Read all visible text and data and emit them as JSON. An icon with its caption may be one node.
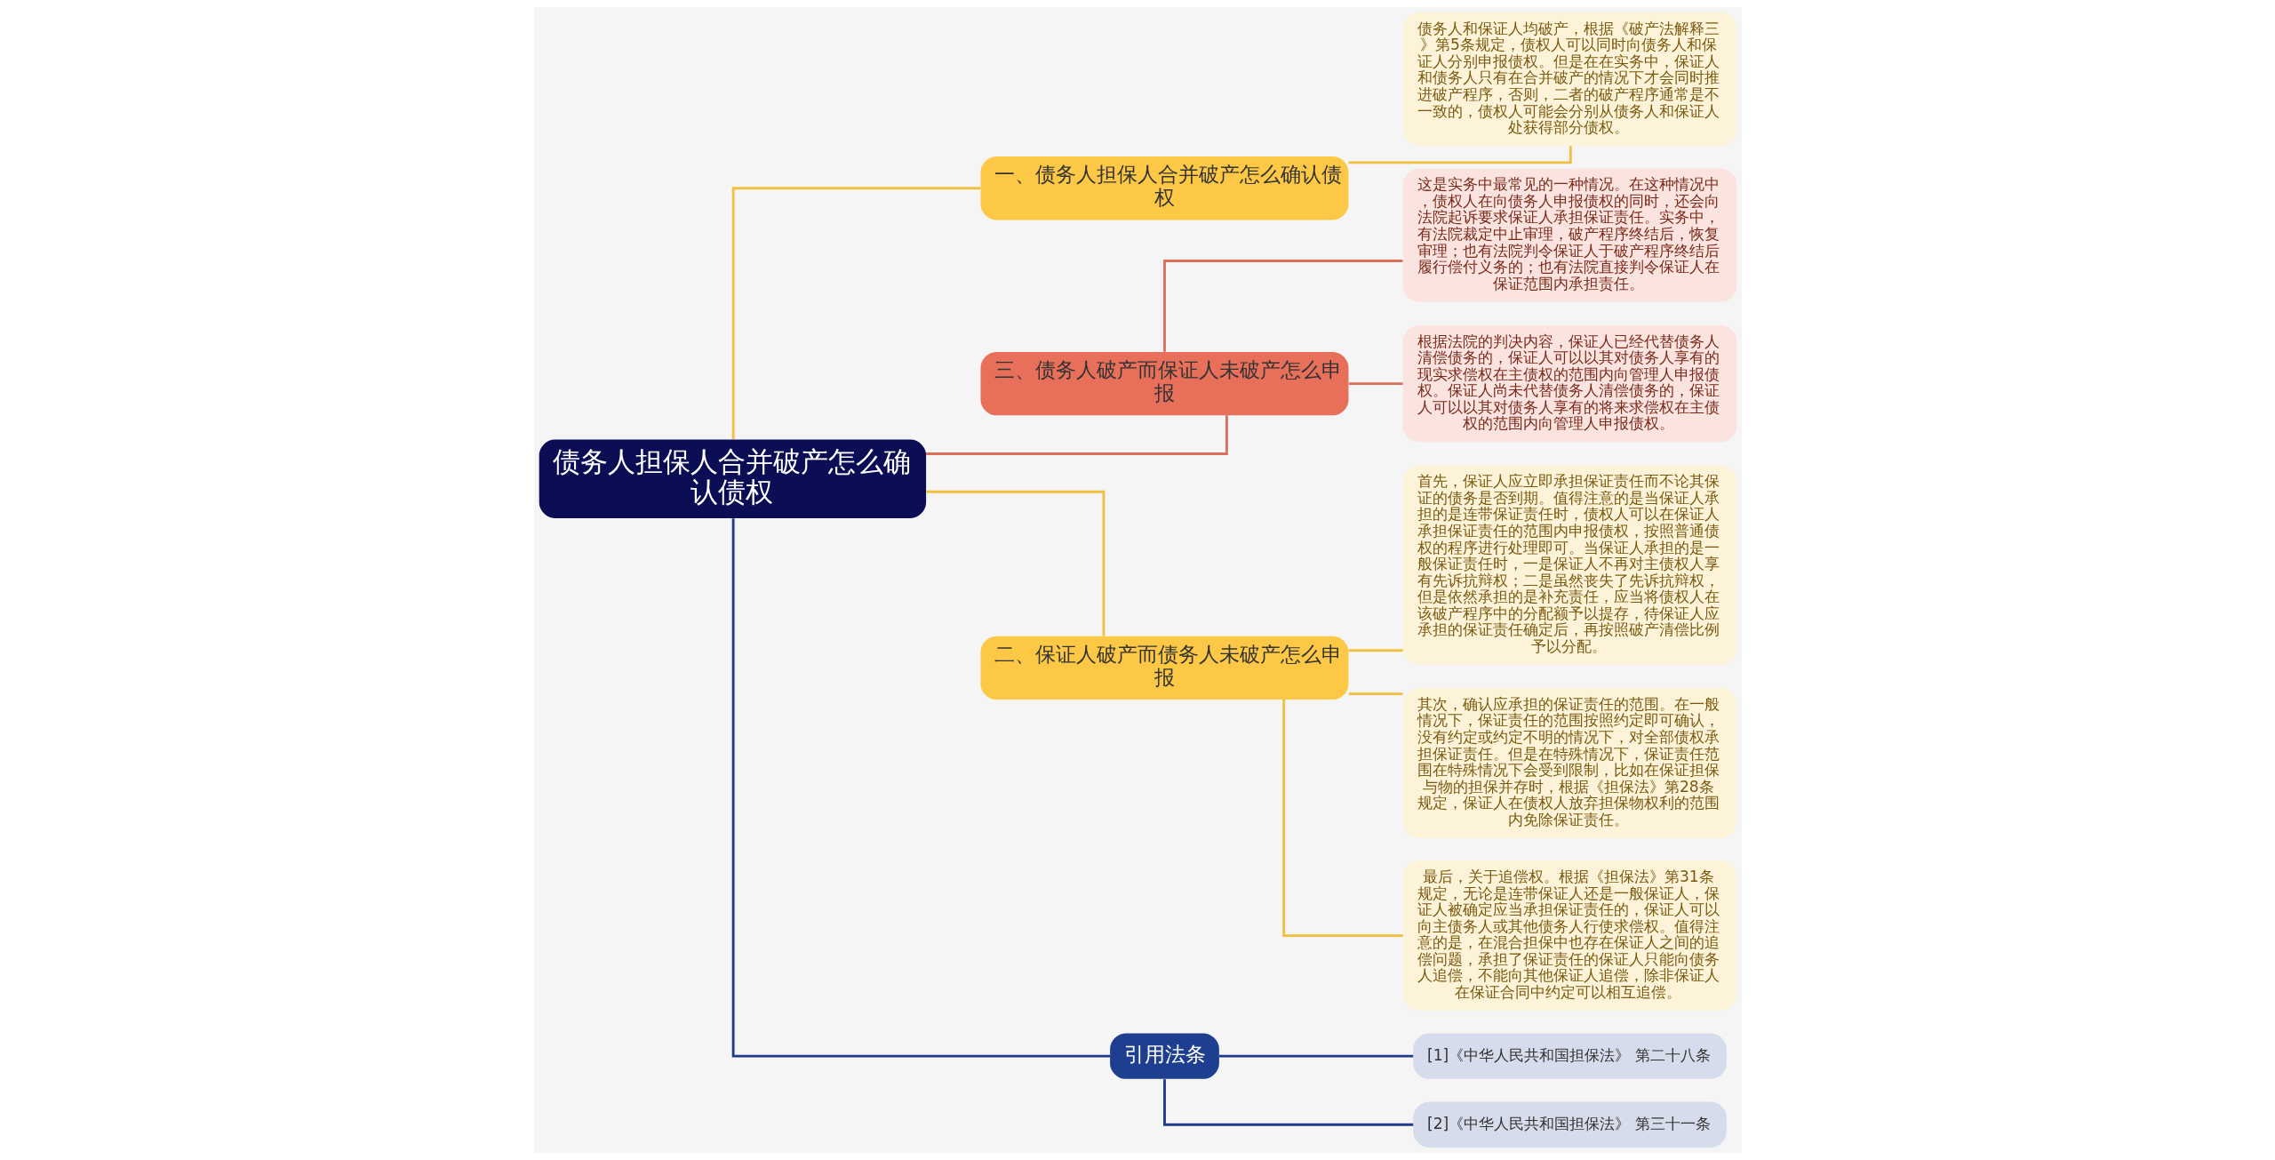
{
  "diagram": {
    "nodes": [
      {
        "text": [
          "债务人担保人合并破产怎么确认债权"
        ]
      },
      {
        "text": [
          "一、债务人担保人合并破产怎么确认债权"
        ]
      },
      {
        "text": [
          "债务人和保证人均破产，根据《破产法解释三》第5条规定，债权人可以同时向债务人和保证人分别申报债权。但是在在实务中，保证人和债务人只有在合并破产的情况下才会同时推进破产程序，否则，二者的破产程序通常是不一致的，债权人可能会分别从债务人和保证人处获得部分债权。"
        ]
      },
      {
        "text": [
          "三、债务人破产而保证人未破产怎么申报"
        ]
      },
      {
        "text": [
          "这是实务中最常见的一种情况。在这种情况中，债权人在向债务人申报债权的同时，还会向法院起诉要求保证人承担保证责任。实务中，有法院裁定中止审理，破产程序终结后，恢复审理；也有法院判令保证人于破产程序终结后履行偿付义务的；也有法院直接判令保证人在保证范围内承担责任。"
        ]
      },
      {
        "text": [
          "根据法院的判决内容，保证人已经代替债务人清偿债务的，保证人可以以其对债务人享有的现实求偿权在主债权的范围内向管理人申报债权。保证人尚未代替债务人清偿债务的，保证人可以以其对债务人享有的将来求偿权在主债权的范围内向管理人申报债权。"
        ]
      },
      {
        "text": [
          "二、保证人破产而债务人未破产怎么申报"
        ]
      },
      {
        "text": [
          "首先，保证人应立即承担保证责任而不论其保证的债务是否到期。值得注意的是当保证人承担的是连带保证责任时，债权人可以在保证人承担保证责任的范围内申报债权，按照普通债权的程序进行处理即可。当保证人承担的是一般保证责任时，一是保证人不再对主债权人享有先诉抗辩权；二是虽然丧失了先诉抗辩权，但是依然承担的是补充责任，应当将债权人在该破产程序中的分配额予以提存，待保证人应承担的保证责任确定后，再按照破产清偿比例予以分配。"
        ]
      },
      {
        "text": [
          "其次，确认应承担的保证责任的范围。在一般情况下，保证责任的范围按照约定即可确认，没有约定或约定不明的情况下，对全部债权承担保证责任。但是在特殊情况下，保证责任范围在特殊情况下会受到限制，比如在保证担保与物的担保并存时，根据《担保法》第28条规定，保证人在债权人放弃担保物权利的范围内免除保证责任。"
        ]
      },
      {
        "text": [
          "最后，关于追偿权。根据《担保法》第31条规定，无论是连带保证人还是一般保证人，保证人被确定应当承担保证责任的，保证人可以向主债务人或其他债务人行使求偿权。值得注意的是，在混合担保中也存在保证人之间的追偿问题，承担了保证责任的保证人只能向债务人追偿，不能向其他保证人追偿，除非保证人在保证合同中约定可以相互追偿。"
        ]
      },
      {
        "text": [
          "引用法条"
        ]
      },
      {
        "text": [
          "[1]《中华人民共和国担保法》 第二十八条"
        ]
      },
      {
        "text": [
          "[2]《中华人民共和国担保法》 第三十一条"
        ]
      }
    ],
    "edges": [
      {
        "from": 0,
        "to": 1,
        "arrow": "none"
      },
      {
        "from": 1,
        "to": 2,
        "arrow": "none"
      },
      {
        "from": 0,
        "to": 3,
        "arrow": "none",
        "color": "#d9705a"
      },
      {
        "from": 3,
        "to": 4,
        "arrow": "none",
        "color": "#d9705a"
      },
      {
        "from": 3,
        "to": 5,
        "arrow": "none",
        "color": "#d9705a"
      },
      {
        "from": 0,
        "to": 6,
        "arrow": "none"
      },
      {
        "from": 6,
        "to": 7,
        "arrow": "none"
      },
      {
        "from": 6,
        "to": 8,
        "arrow": "none"
      },
      {
        "from": 6,
        "to": 9,
        "arrow": "none"
      },
      {
        "from": 0,
        "to": 10,
        "arrow": "none",
        "color": "#1e3a8a"
      },
      {
        "from": 10,
        "to": 11,
        "arrow": "none",
        "color": "#1e3a8a"
      },
      {
        "from": 10,
        "to": 12,
        "arrow": "none",
        "color": "#1e3a8a"
      }
    ]
  }
}
